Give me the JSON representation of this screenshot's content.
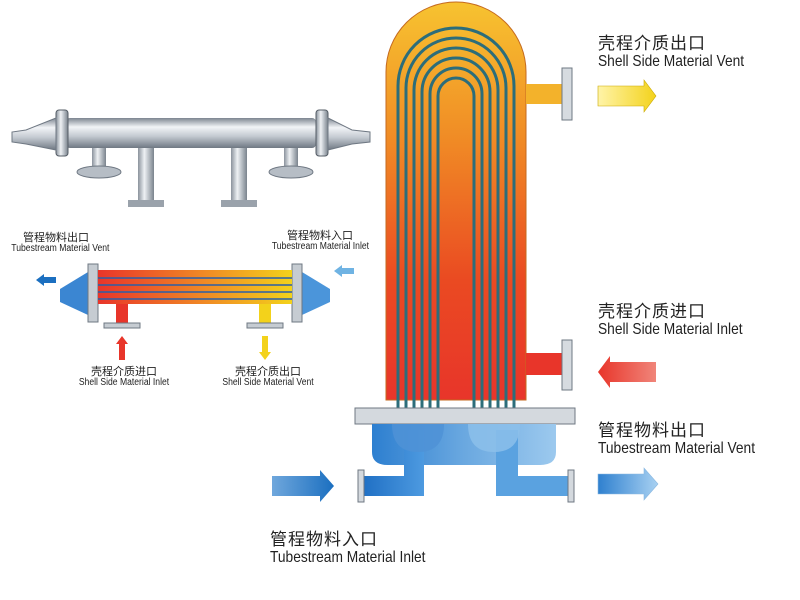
{
  "small_diagram": {
    "tube_vent": {
      "zh": "管程物料出口",
      "en": "Tubestream Material Vent"
    },
    "tube_inlet": {
      "zh": "管程物料入口",
      "en": "Tubestream Material Inlet"
    },
    "shell_inlet": {
      "zh": "壳程介质进口",
      "en": "Shell Side Material Inlet"
    },
    "shell_vent": {
      "zh": "壳程介质出口",
      "en": "Shell Side  Material  Vent"
    }
  },
  "large_diagram": {
    "shell_vent": {
      "zh": "壳程介质出口",
      "en": "Shell Side  Material  Vent"
    },
    "shell_inlet": {
      "zh": "壳程介质进口",
      "en": "Shell Side Material Inlet"
    },
    "tube_vent": {
      "zh": "管程物料出口",
      "en": "Tubestream Material Vent"
    },
    "tube_inlet": {
      "zh": "管程物料入口",
      "en": "Tubestream Material Inlet"
    }
  },
  "colors": {
    "hot": "#e8352a",
    "warm": "#f5a623",
    "cold": "#1b6fc0",
    "cool": "#6fb3e3",
    "yellow": "#f3d21b",
    "steel": "#c9ced4"
  },
  "icons": [
    "arrow-right-icon",
    "arrow-left-icon",
    "arrow-up-icon",
    "arrow-down-icon"
  ]
}
